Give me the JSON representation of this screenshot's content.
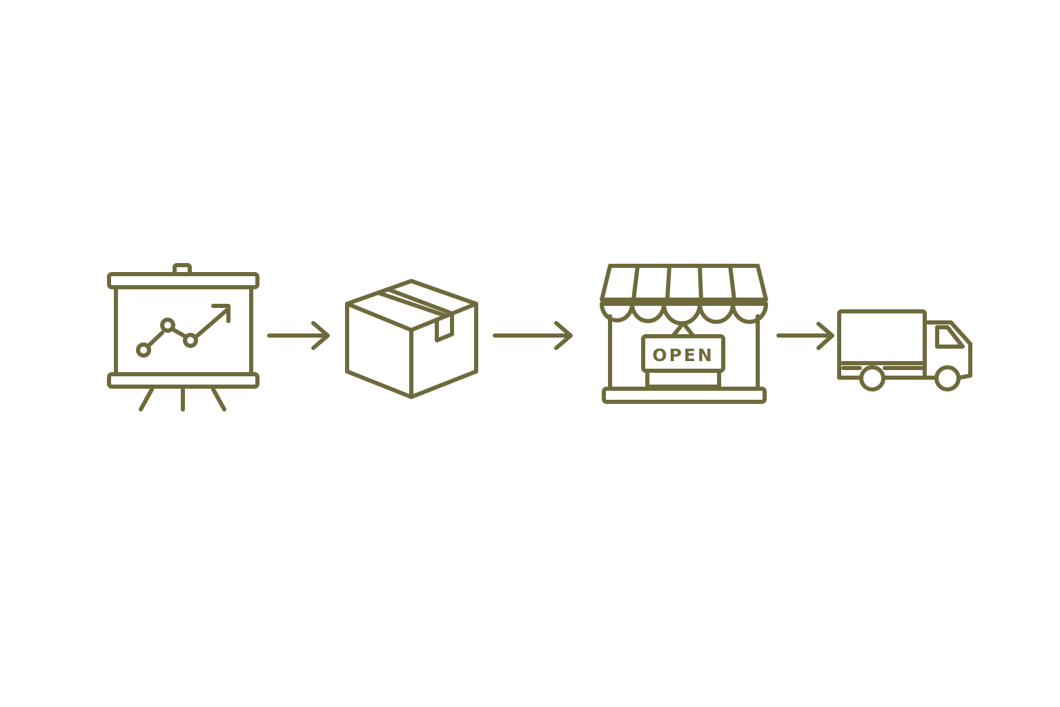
{
  "colors": {
    "icon_stroke": "#6e6a3c",
    "background": "#ffffff"
  },
  "flow": {
    "steps": [
      {
        "id": "plan",
        "icon": "presentation-chart-icon"
      },
      {
        "id": "package",
        "icon": "cardboard-box-icon"
      },
      {
        "id": "store",
        "icon": "storefront-icon"
      },
      {
        "id": "deliver",
        "icon": "delivery-truck-icon"
      }
    ],
    "connectors": [
      "arrow-right",
      "arrow-right",
      "arrow-right"
    ]
  },
  "store": {
    "sign_text": "OPEN"
  }
}
